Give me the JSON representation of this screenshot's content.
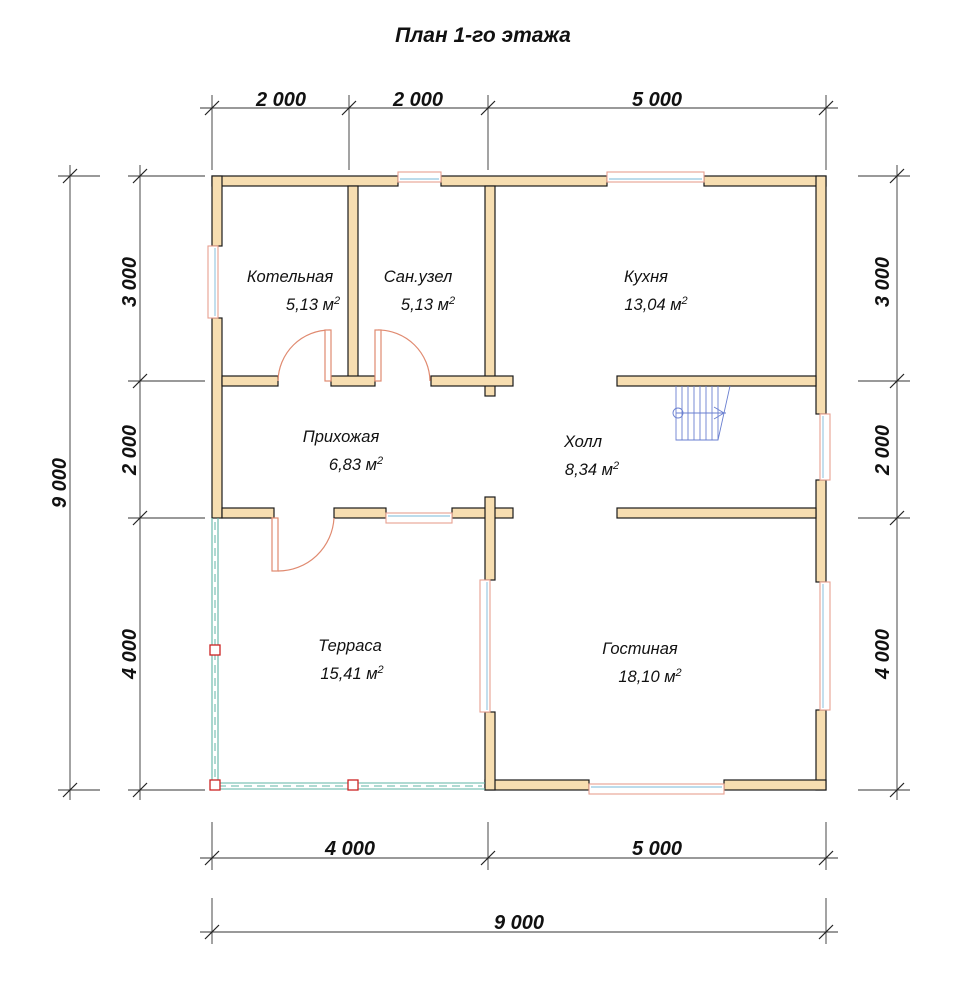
{
  "title": "План 1-го этажа",
  "dimensions": {
    "top": [
      "2 000",
      "2 000",
      "5 000"
    ],
    "bottom": [
      "4 000",
      "5 000"
    ],
    "total_bottom": "9 000",
    "left": [
      "3 000",
      "2 000",
      "4 000"
    ],
    "total_left": "9 000",
    "right": [
      "3 000",
      "2 000",
      "4 000"
    ]
  },
  "rooms": [
    {
      "name": "Котельная",
      "area": "5,13 м",
      "unit_sup": "2"
    },
    {
      "name": "Сан.узел",
      "area": "5,13 м",
      "unit_sup": "2"
    },
    {
      "name": "Кухня",
      "area": "13,04 м",
      "unit_sup": "2"
    },
    {
      "name": "Прихожая",
      "area": "6,83 м",
      "unit_sup": "2"
    },
    {
      "name": "Холл",
      "area": "8,34 м",
      "unit_sup": "2"
    },
    {
      "name": "Терраса",
      "area": "15,41 м",
      "unit_sup": "2"
    },
    {
      "name": "Гостиная",
      "area": "18,10 м",
      "unit_sup": "2"
    }
  ],
  "colors": {
    "wall": "#f7deb1",
    "door": "#e08a70",
    "stair": "#6a7fd0",
    "terrace": "#5fb5a5",
    "post": "#cc2222"
  }
}
